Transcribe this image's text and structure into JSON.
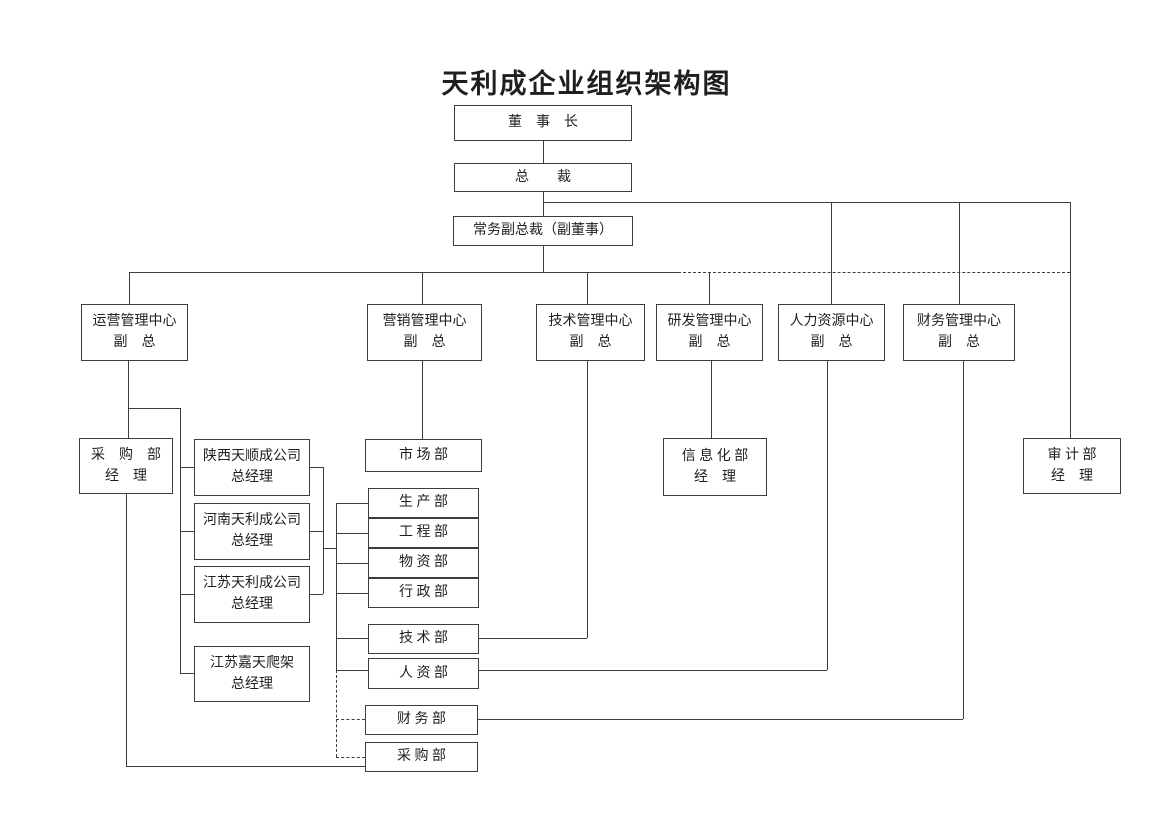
{
  "title": "天利成企业组织架构图",
  "colors": {
    "background": "#ffffff",
    "line": "#3d3d3d",
    "text": "#1f1f1f"
  },
  "nodes": {
    "chairman": [
      "董　事　长"
    ],
    "president": [
      "总　　裁"
    ],
    "evp": [
      "常务副总裁（副董事）"
    ],
    "ops_center": [
      "运营管理中心",
      "副　总"
    ],
    "marketing_center": [
      "营销管理中心",
      "副　总"
    ],
    "tech_center": [
      "技术管理中心",
      "副　总"
    ],
    "rd_center": [
      "研发管理中心",
      "副　总"
    ],
    "hr_center": [
      "人力资源中心",
      "副　总"
    ],
    "finance_center": [
      "财务管理中心",
      "副　总"
    ],
    "procurement_manager": [
      "采　购　部",
      "经　理"
    ],
    "shaanxi_tianshuncheng": [
      "陕西天顺成公司",
      "总经理"
    ],
    "henan_tianlicheng": [
      "河南天利成公司",
      "总经理"
    ],
    "jiangsu_tianlicheng": [
      "江苏天利成公司",
      "总经理"
    ],
    "jiangsu_jiatian": [
      "江苏嘉天爬架",
      "总经理"
    ],
    "market_dept": [
      "市 场 部"
    ],
    "production_dept": [
      "生 产 部"
    ],
    "engineering_dept": [
      "工 程 部"
    ],
    "materials_dept": [
      "物 资 部"
    ],
    "admin_dept": [
      "行 政 部"
    ],
    "tech_dept": [
      "技 术 部"
    ],
    "hr_dept": [
      "人 资 部"
    ],
    "finance_dept": [
      "财 务 部"
    ],
    "purchasing_dept": [
      "采 购 部"
    ],
    "info_manager": [
      "信 息 化 部",
      "经　理"
    ],
    "audit_manager": [
      "审 计 部",
      "经　理"
    ]
  },
  "edges": [
    {
      "from": "chairman",
      "to": "president",
      "style": "solid"
    },
    {
      "from": "president",
      "to": "evp",
      "style": "solid"
    },
    {
      "from": "president",
      "to": "hr_center",
      "style": "solid"
    },
    {
      "from": "president",
      "to": "finance_center",
      "style": "solid"
    },
    {
      "from": "president",
      "to": "audit_manager",
      "style": "solid"
    },
    {
      "from": "evp",
      "to": "ops_center",
      "style": "solid"
    },
    {
      "from": "evp",
      "to": "marketing_center",
      "style": "solid"
    },
    {
      "from": "evp",
      "to": "tech_center",
      "style": "solid"
    },
    {
      "from": "evp",
      "to": "rd_center",
      "style": "solid"
    },
    {
      "from": "evp",
      "to": "hr_center",
      "style": "dashed"
    },
    {
      "from": "evp",
      "to": "finance_center",
      "style": "dashed"
    },
    {
      "from": "evp",
      "to": "audit_manager",
      "style": "dashed"
    },
    {
      "from": "ops_center",
      "to": "procurement_manager",
      "style": "solid"
    },
    {
      "from": "ops_center",
      "to": "shaanxi_tianshuncheng",
      "style": "solid"
    },
    {
      "from": "ops_center",
      "to": "henan_tianlicheng",
      "style": "solid"
    },
    {
      "from": "ops_center",
      "to": "jiangsu_tianlicheng",
      "style": "solid"
    },
    {
      "from": "ops_center",
      "to": "jiangsu_jiatian",
      "style": "solid"
    },
    {
      "from": "subsidiary_group",
      "to": "production_dept",
      "style": "solid"
    },
    {
      "from": "subsidiary_group",
      "to": "engineering_dept",
      "style": "solid"
    },
    {
      "from": "subsidiary_group",
      "to": "materials_dept",
      "style": "solid"
    },
    {
      "from": "subsidiary_group",
      "to": "admin_dept",
      "style": "solid"
    },
    {
      "from": "subsidiary_group",
      "to": "tech_dept",
      "style": "solid"
    },
    {
      "from": "subsidiary_group",
      "to": "hr_dept",
      "style": "solid"
    },
    {
      "from": "subsidiary_group",
      "to": "finance_dept",
      "style": "dashed"
    },
    {
      "from": "subsidiary_group",
      "to": "purchasing_dept",
      "style": "dashed"
    },
    {
      "from": "marketing_center",
      "to": "market_dept",
      "style": "solid"
    },
    {
      "from": "tech_center",
      "to": "tech_dept",
      "style": "solid"
    },
    {
      "from": "hr_center",
      "to": "hr_dept",
      "style": "solid"
    },
    {
      "from": "finance_center",
      "to": "finance_dept",
      "style": "solid"
    },
    {
      "from": "rd_center",
      "to": "info_manager",
      "style": "solid"
    },
    {
      "from": "procurement_manager",
      "to": "purchasing_dept",
      "style": "solid"
    }
  ]
}
